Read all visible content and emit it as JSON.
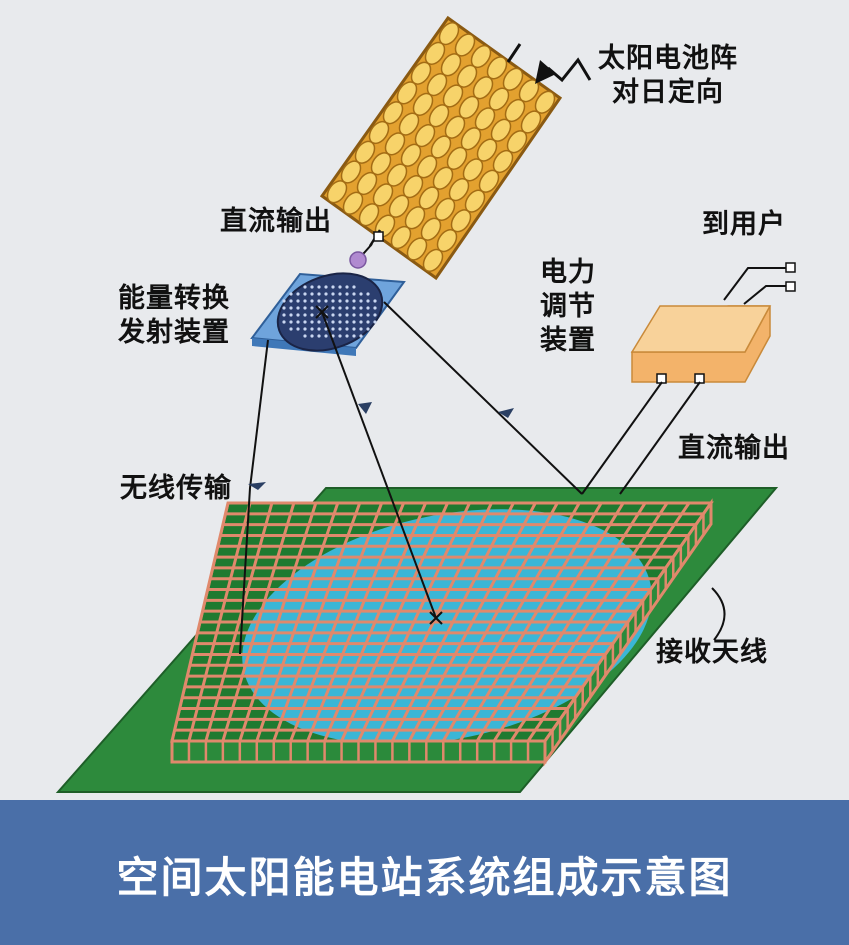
{
  "labels": {
    "solar_array": "太阳电池阵\n对日定向",
    "dc_output_top": "直流输出",
    "converter": "能量转换\n发射装置",
    "power_regulator": "电力\n调节\n装置",
    "to_user": "到用户",
    "dc_output_right": "直流输出",
    "wireless": "无线传输",
    "antenna": "接收天线"
  },
  "caption": "空间太阳能电站系统组成示意图",
  "colors": {
    "background": "#e8eaed",
    "solar_panel": "#f0b23a",
    "solar_cell": "#f7d36a",
    "antenna_base": "#2e8b3a",
    "antenna_grid": "#e0896c",
    "antenna_fill": "#3bb6d6",
    "regulator_box": "#f3b36a",
    "emitter_plate": "#5b92cc",
    "caption_bar": "#4a6fa8"
  }
}
